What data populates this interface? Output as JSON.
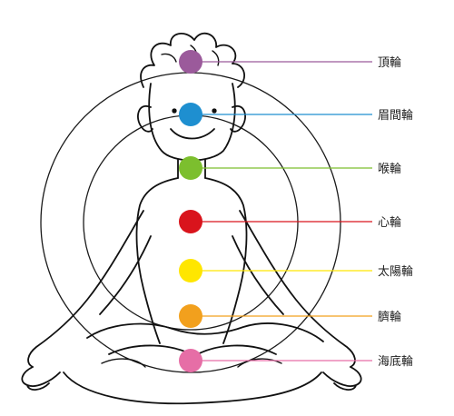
{
  "chakras": [
    {
      "label": "頂輪",
      "color": "#9b5a9b"
    },
    {
      "label": "眉間輪",
      "color": "#1e8fd0"
    },
    {
      "label": "喉輪",
      "color": "#7cbf2e"
    },
    {
      "label": "心輪",
      "color": "#d9141c"
    },
    {
      "label": "太陽輪",
      "color": "#ffe600"
    },
    {
      "label": "臍輪",
      "color": "#f2a01d"
    },
    {
      "label": "海底輪",
      "color": "#e66ea6"
    }
  ]
}
